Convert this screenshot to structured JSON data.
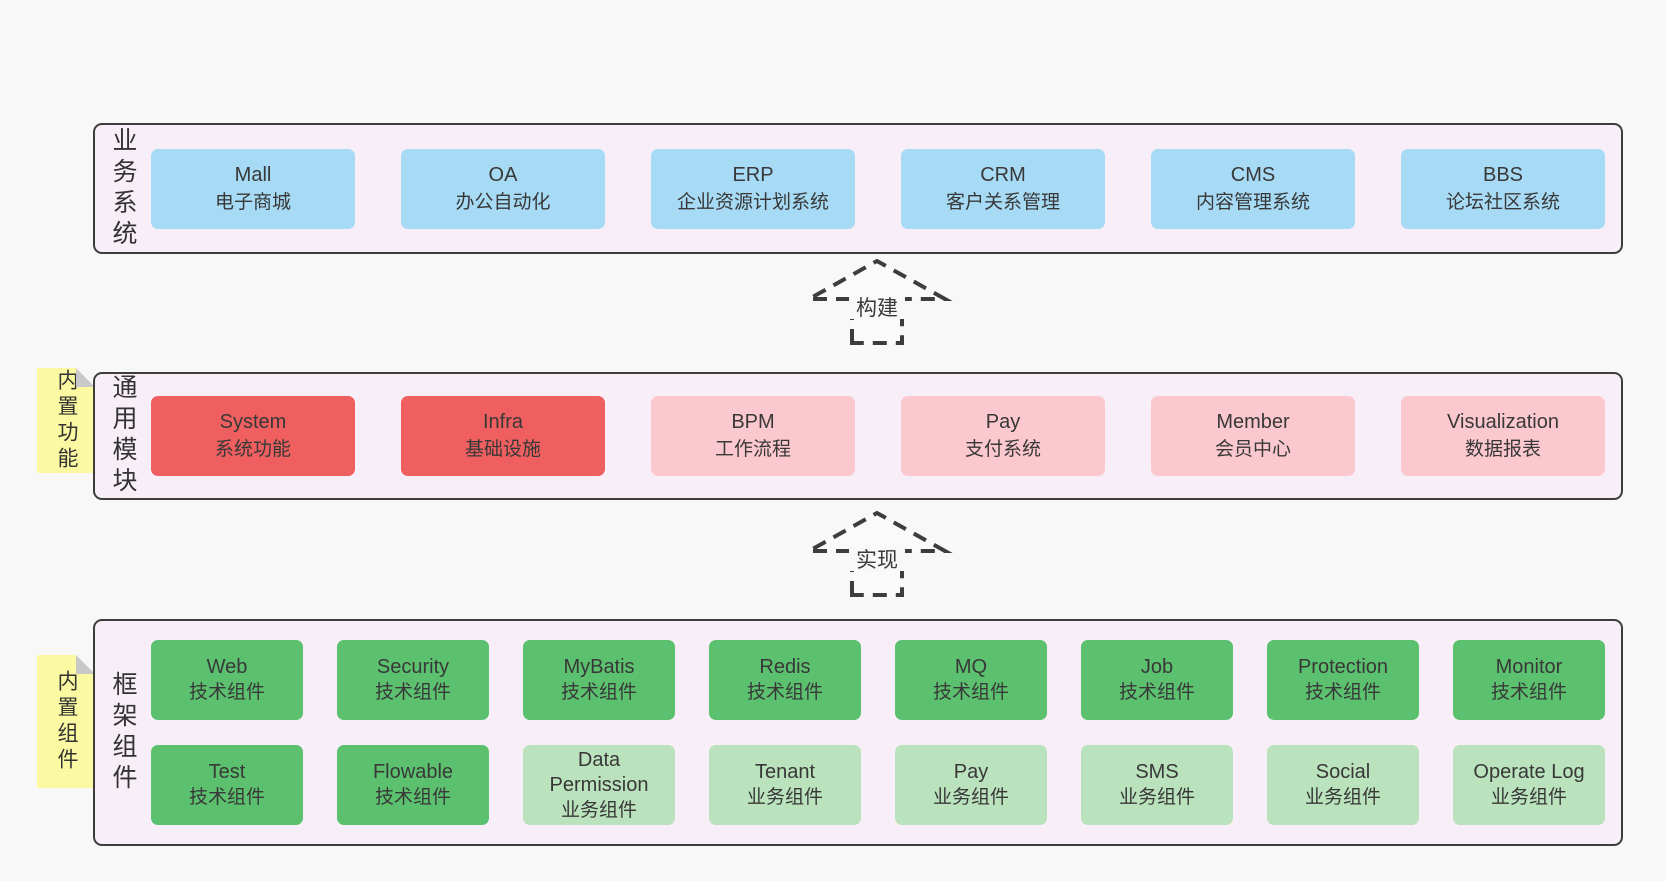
{
  "colors": {
    "page-bg": "#f8f8f8",
    "panel-bg": "#f8eef7",
    "line": "#3d3d3d",
    "text": "#383838",
    "blue": "#a7daf5",
    "red": "#ef5f5f",
    "pink": "#fbc8d0",
    "green": "#5cc16f",
    "lightgreen": "#bae2bc",
    "tab": "#fbf9a1",
    "fold": "#c8c8c8"
  },
  "arrows": [
    {
      "label": "构建"
    },
    {
      "label": "实现"
    }
  ],
  "panels": {
    "business": {
      "label": "业务系统",
      "items": [
        {
          "en": "Mall",
          "zh": "电子商城"
        },
        {
          "en": "OA",
          "zh": "办公自动化"
        },
        {
          "en": "ERP",
          "zh": "企业资源计划系统"
        },
        {
          "en": "CRM",
          "zh": "客户关系管理"
        },
        {
          "en": "CMS",
          "zh": "内容管理系统"
        },
        {
          "en": "BBS",
          "zh": "论坛社区系统"
        }
      ]
    },
    "modules": {
      "label": "通用模块",
      "tab": "内置功能",
      "items": [
        {
          "en": "System",
          "zh": "系统功能"
        },
        {
          "en": "Infra",
          "zh": "基础设施"
        },
        {
          "en": "BPM",
          "zh": "工作流程"
        },
        {
          "en": "Pay",
          "zh": "支付系统"
        },
        {
          "en": "Member",
          "zh": "会员中心"
        },
        {
          "en": "Visualization",
          "zh": "数据报表"
        }
      ]
    },
    "components": {
      "label": "框架组件",
      "tab": "内置组件",
      "row1": [
        {
          "en": "Web",
          "zh": "技术组件"
        },
        {
          "en": "Security",
          "zh": "技术组件"
        },
        {
          "en": "MyBatis",
          "zh": "技术组件"
        },
        {
          "en": "Redis",
          "zh": "技术组件"
        },
        {
          "en": "MQ",
          "zh": "技术组件"
        },
        {
          "en": "Job",
          "zh": "技术组件"
        },
        {
          "en": "Protection",
          "zh": "技术组件"
        },
        {
          "en": "Monitor",
          "zh": "技术组件"
        }
      ],
      "row2": [
        {
          "en": "Test",
          "zh": "技术组件"
        },
        {
          "en": "Flowable",
          "zh": "技术组件"
        },
        {
          "en": "Data Permission",
          "zh": "业务组件"
        },
        {
          "en": "Tenant",
          "zh": "业务组件"
        },
        {
          "en": "Pay",
          "zh": "业务组件"
        },
        {
          "en": "SMS",
          "zh": "业务组件"
        },
        {
          "en": "Social",
          "zh": "业务组件"
        },
        {
          "en": "Operate Log",
          "zh": "业务组件"
        }
      ]
    }
  }
}
